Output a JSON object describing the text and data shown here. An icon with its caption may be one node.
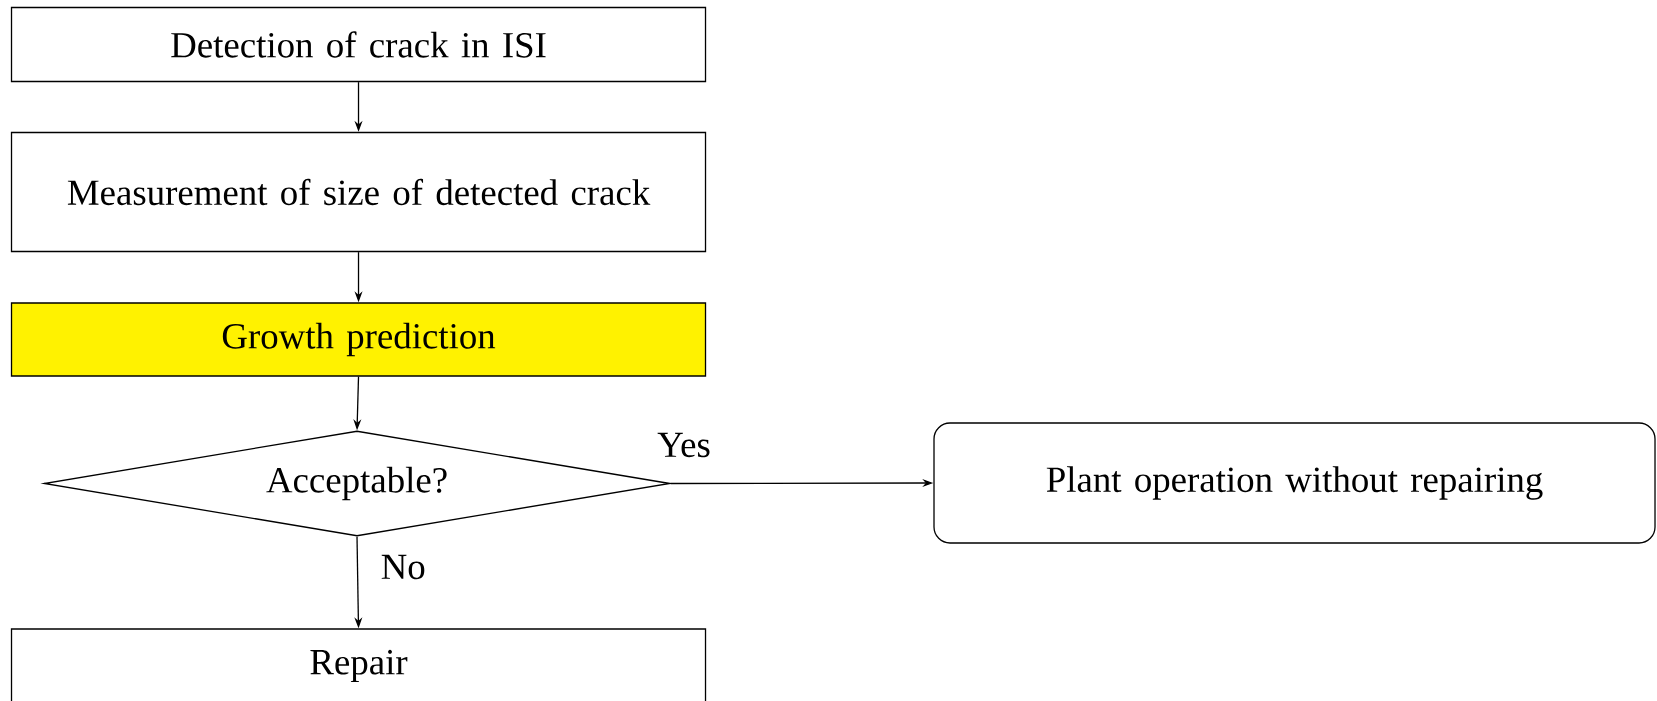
{
  "diagram": {
    "nodes": [
      {
        "text": [
          "Detection of crack in ISI"
        ]
      },
      {
        "text": [
          "Measurement of size of detected crack"
        ]
      },
      {
        "text": [
          "Growth prediction"
        ]
      },
      {
        "text": [
          "Acceptable?"
        ]
      },
      {
        "text": [
          "Plant operation without repairing"
        ]
      },
      {
        "text": [
          "Repair"
        ]
      }
    ],
    "edges": [
      {
        "from": 0,
        "to": 1,
        "arrow": "to"
      },
      {
        "from": 1,
        "to": 2,
        "arrow": "to"
      },
      {
        "from": 2,
        "to": 3,
        "arrow": "to"
      },
      {
        "from": 3,
        "to": 4,
        "arrow": "to",
        "label": "Yes"
      },
      {
        "from": 3,
        "to": 5,
        "arrow": "to",
        "label": "No"
      }
    ]
  }
}
